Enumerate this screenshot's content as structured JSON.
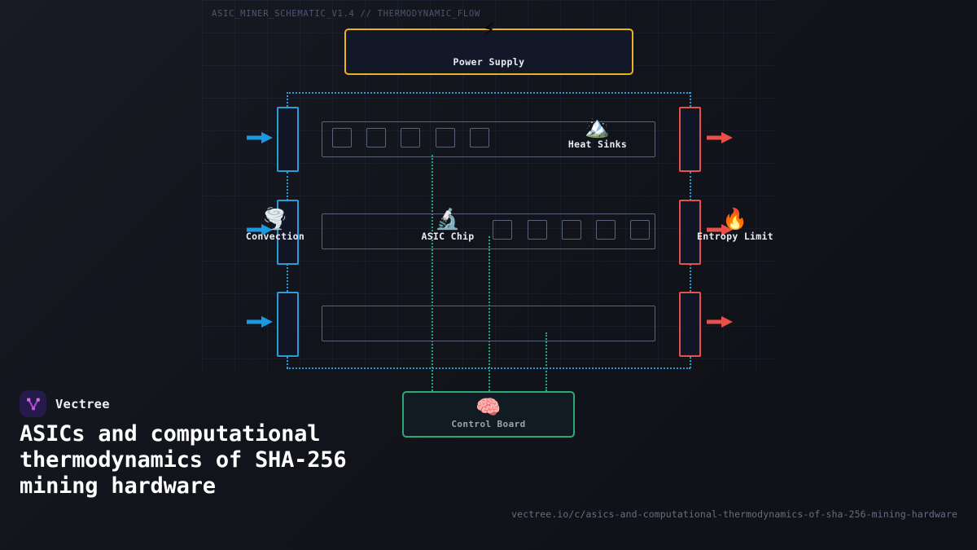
{
  "schematic": {
    "header": "ASIC_MINER_SCHEMATIC_V1.4 // THERMODYNAMIC_FLOW",
    "power_supply": {
      "label": "Power Supply",
      "emoji": "⚡",
      "border_color": "#e8b425"
    },
    "control_board": {
      "label": "Control Board",
      "emoji": "🧠",
      "border_color": "#2fa878"
    },
    "nodes": [
      {
        "label": "Heat Sinks",
        "emoji": "🏔️"
      },
      {
        "label": "Convection",
        "emoji": "🌪️"
      },
      {
        "label": "ASIC Chip",
        "emoji": "🔬"
      },
      {
        "label": "Entropy Limit",
        "emoji": "🔥"
      }
    ],
    "rows": [
      {
        "cells": 5
      },
      {
        "cells": 5
      },
      {
        "cells": 0
      }
    ],
    "colors": {
      "input_flow": "#2e9bd6",
      "output_flow": "#e8504a",
      "signal": "#1fa97a",
      "power": "#e8b425",
      "grid": "#5a73af",
      "background": "#13151c"
    }
  },
  "brand": {
    "name": "Vectree",
    "logo_icon": "vectree-logo-icon",
    "logo_bg": "#241b4a",
    "logo_accent": "#c05ce0"
  },
  "page": {
    "title": "ASICs and computational thermodynamics of SHA-256 mining hardware",
    "url": "vectree.io/c/asics-and-computational-thermodynamics-of-sha-256-mining-hardware"
  }
}
